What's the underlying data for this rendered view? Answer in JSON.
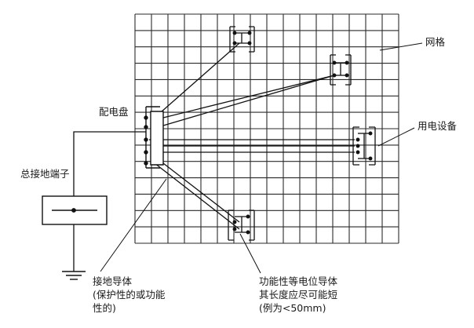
{
  "labels": {
    "grid": "网格",
    "distribution_board": "配电盘",
    "equipment": "用电设备",
    "main_earthing_terminal": "总接地端子",
    "earthing_conductor": [
      "接地导体",
      "(保护性的或功能",
      "性的)"
    ],
    "bonding_conductor": [
      "功能性等电位导体",
      "其长度应尽可能短",
      "(例为<50mm)"
    ]
  }
}
